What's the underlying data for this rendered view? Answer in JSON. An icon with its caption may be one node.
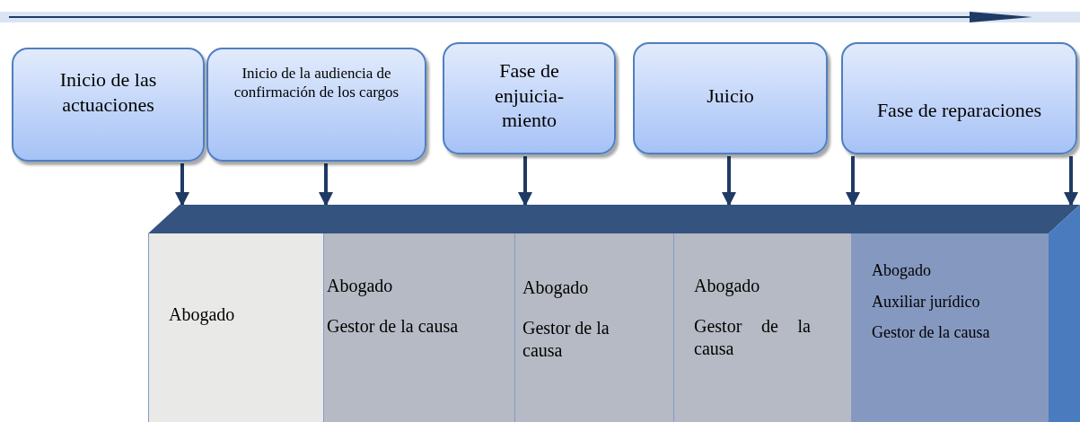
{
  "diagram": {
    "nodes": [
      {
        "text": [
          "Inicio de las actuaciones"
        ]
      },
      {
        "text": [
          "Inicio de la audiencia de confirmación de los cargos"
        ]
      },
      {
        "text": [
          "Fase de enjuicia- miento"
        ]
      },
      {
        "text": [
          "Juicio"
        ]
      },
      {
        "text": [
          "Fase de reparaciones"
        ]
      },
      {
        "text": [],
        "shape": "bar"
      },
      {
        "text": [
          "Abogado"
        ],
        "in": 5
      },
      {
        "text": [
          "Abogado",
          "Gestor de la causa"
        ],
        "in": 5
      },
      {
        "text": [
          "Abogado",
          "Gestor de la causa"
        ],
        "in": 5
      },
      {
        "text": [
          "Abogado",
          "Gestor de la causa"
        ],
        "in": 5
      },
      {
        "text": [
          "Abogado",
          "Auxiliar jurídico",
          "Gestor de la causa"
        ],
        "in": 5
      }
    ],
    "edges": [
      {
        "from": 0,
        "to": 5,
        "arrow": "to"
      },
      {
        "from": 1,
        "to": 5,
        "arrow": "to"
      },
      {
        "from": 2,
        "to": 5,
        "arrow": "to"
      },
      {
        "from": 3,
        "to": 5,
        "arrow": "to"
      },
      {
        "from": 4,
        "to": 5,
        "arrow": "to"
      },
      {
        "from": 4,
        "to": 5,
        "arrow": "to"
      }
    ]
  }
}
